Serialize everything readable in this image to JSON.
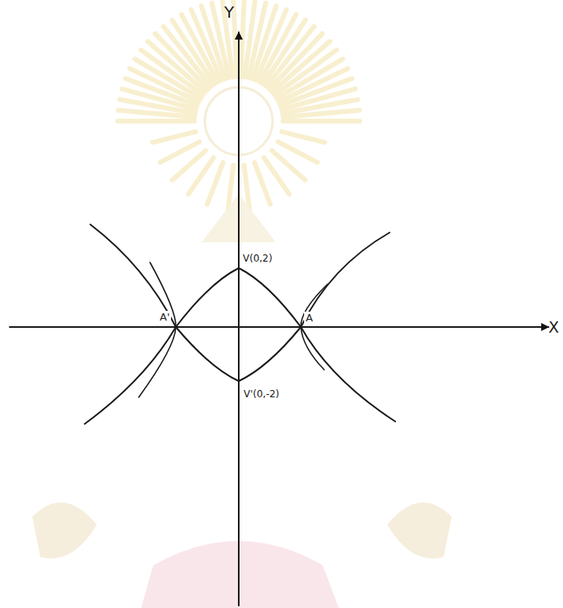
{
  "diagram": {
    "labels": [
      "Y",
      "X",
      "V(0,2)",
      "A'",
      "A",
      "V'(0,-2)"
    ]
  }
}
